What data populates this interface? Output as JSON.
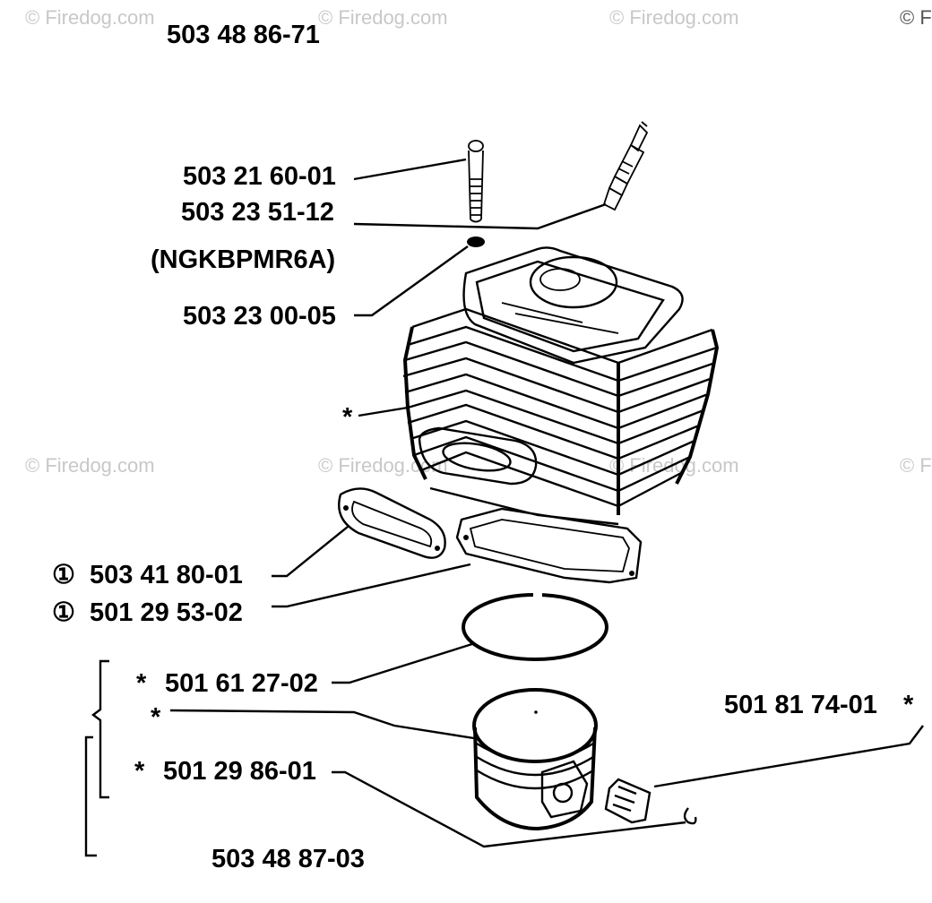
{
  "watermarks": [
    "© Firedog.com",
    "© Firedog.com",
    "© Firedog.com",
    "© F",
    "© Firedog.com",
    "© Firedog.com",
    "© Firedog.com",
    "© F"
  ],
  "parts": {
    "top_assembly": "503 48 86-71",
    "bolt": "503 21 60-01",
    "spark_plug": "503 23 51-12",
    "spark_plug_type": "(NGKBPMR6A)",
    "washer": "503 23 00-05",
    "cylinder_marker": "*",
    "exhaust_gasket": "503 41 80-01",
    "base_gasket": "501 29 53-02",
    "piston_ring": "501 61 27-02",
    "piston_marker": "*",
    "piston_pin": "501 81 74-01",
    "circlip": "501 29 86-01",
    "bottom_assembly": "503 48 87-03"
  },
  "markers": {
    "gasket_symbol": "①",
    "asterisk": "*"
  }
}
